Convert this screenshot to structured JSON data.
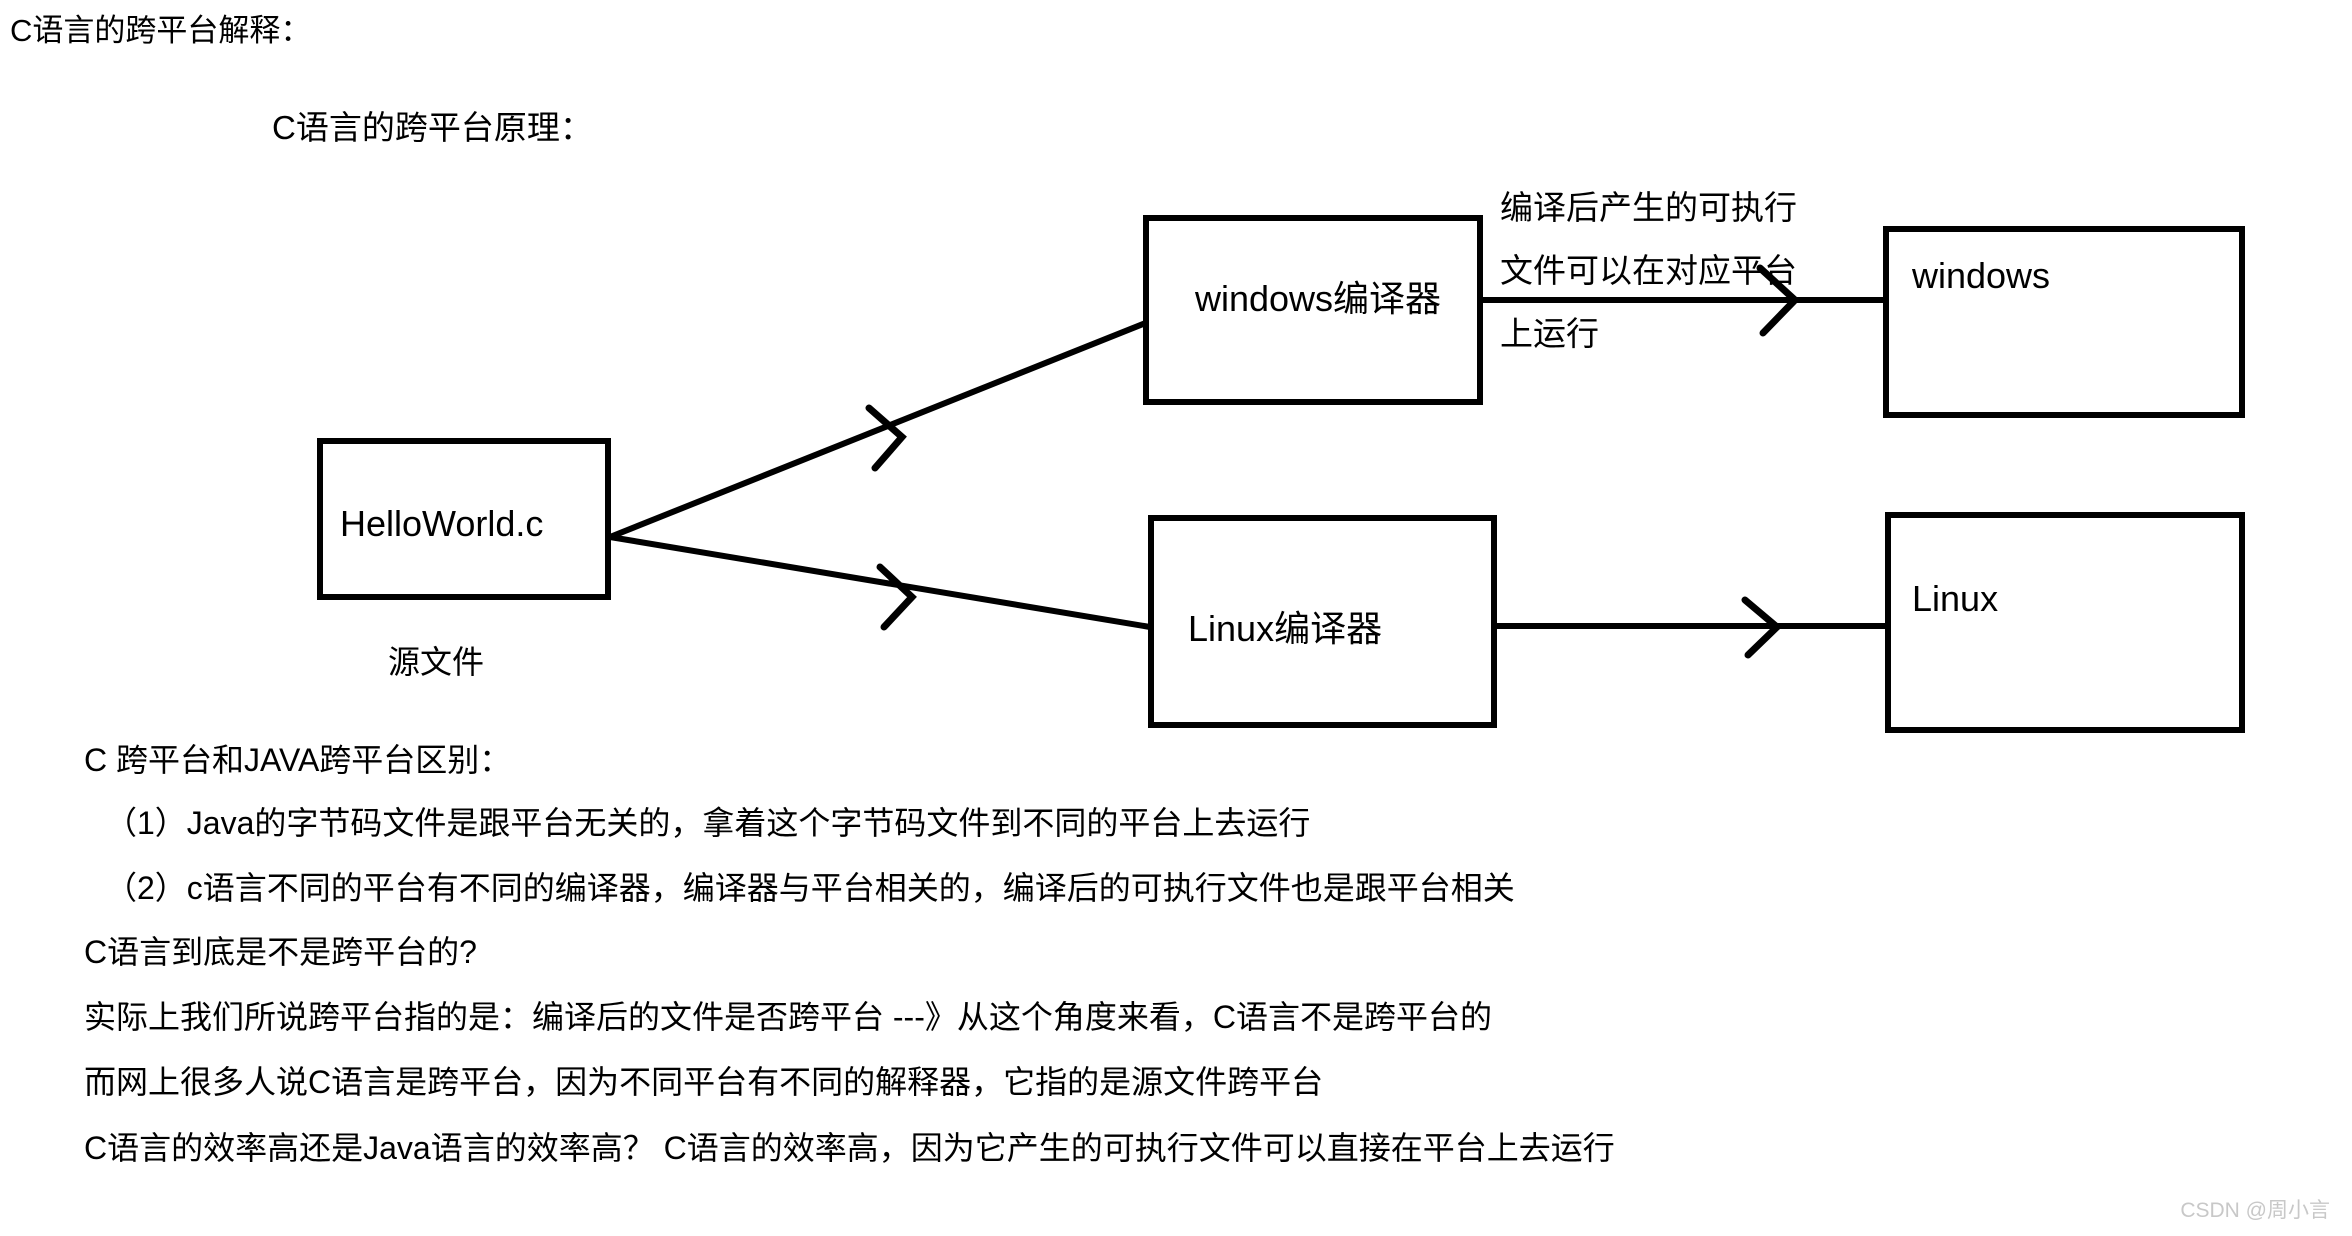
{
  "headings": {
    "main": "C语言的跨平台解释：",
    "sub": "C语言的跨平台原理："
  },
  "diagram": {
    "nodes": [
      {
        "id": "source",
        "label": "HelloWorld.c"
      },
      {
        "id": "windows-compiler",
        "label": "windows编译器"
      },
      {
        "id": "windows-platform",
        "label": "windows"
      },
      {
        "id": "linux-compiler",
        "label": "Linux编译器"
      },
      {
        "id": "linux-platform",
        "label": "Linux"
      }
    ],
    "captions": [
      {
        "id": "source-caption",
        "label": "源文件"
      }
    ],
    "edge_note": {
      "line1": "编译后产生的可执行",
      "line2": "文件可以在对应平台",
      "line3": "上运行"
    }
  },
  "body": {
    "lines": [
      "C 跨平台和JAVA跨平台区别：",
      "（1）Java的字节码文件是跟平台无关的，拿着这个字节码文件到不同的平台上去运行",
      "（2）c语言不同的平台有不同的编译器，编译器与平台相关的，编译后的可执行文件也是跟平台相关",
      "C语言到底是不是跨平台的?",
      "实际上我们所说跨平台指的是：编译后的文件是否跨平台 ---》从这个角度来看，C语言不是跨平台的",
      "而网上很多人说C语言是跨平台，因为不同平台有不同的解释器，它指的是源文件跨平台",
      "C语言的效率高还是Java语言的效率高？ C语言的效率高，因为它产生的可执行文件可以直接在平台上去运行"
    ]
  },
  "watermark": {
    "text": "CSDN @周小言"
  },
  "colors": {
    "ink": "#000000",
    "page": "#ffffff",
    "watermark": "#c8c8c8"
  }
}
